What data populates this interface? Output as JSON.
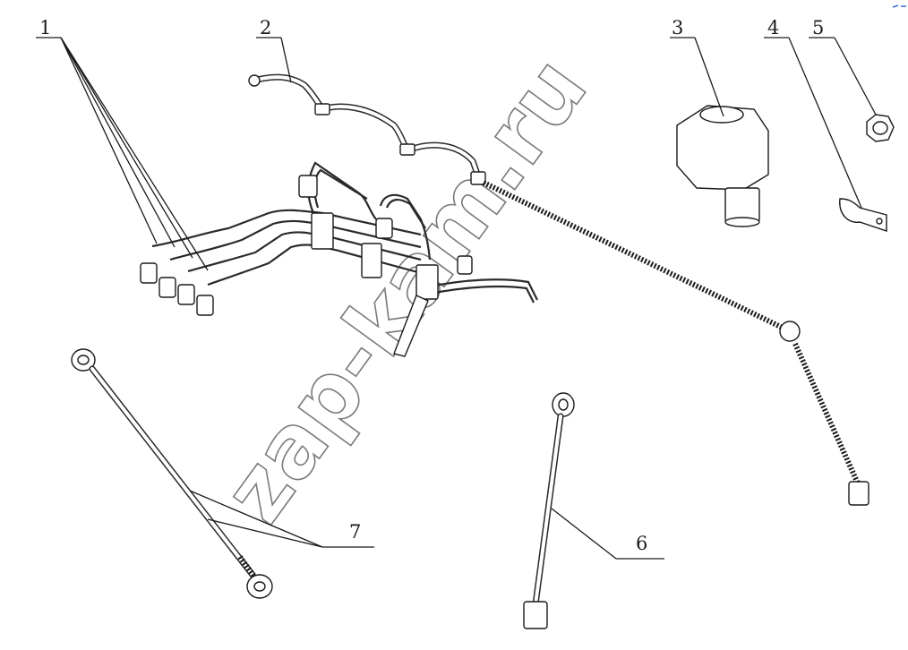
{
  "callouts": [
    {
      "id": "1",
      "label": "1"
    },
    {
      "id": "2",
      "label": "2"
    },
    {
      "id": "3",
      "label": "3"
    },
    {
      "id": "4",
      "label": "4"
    },
    {
      "id": "5",
      "label": "5"
    },
    {
      "id": "6",
      "label": "6"
    },
    {
      "id": "7",
      "label": "7"
    }
  ],
  "watermark": "zap-kam.ru"
}
